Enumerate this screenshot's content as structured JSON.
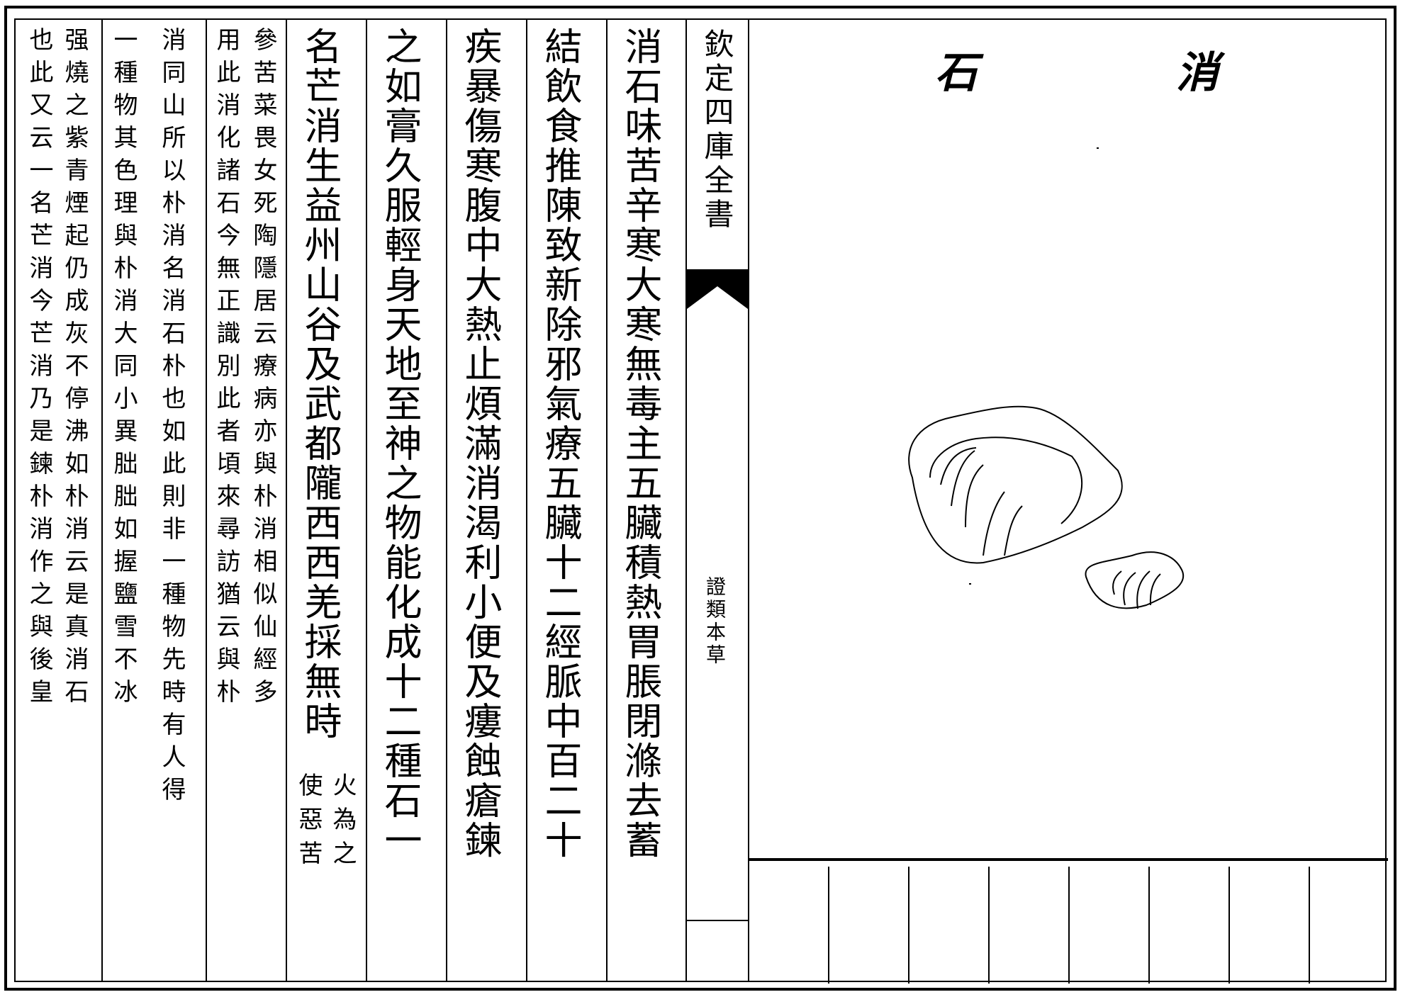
{
  "header": {
    "book_title": "欽定四庫全書",
    "section_title": "證類本草"
  },
  "illustration": {
    "title_right": "消",
    "title_left": "石",
    "icon": "mineral-lumps-drawing"
  },
  "main_columns": [
    "消石味苦辛寒大寒無毒主五臟積熱胃脹閉滌去蓄",
    "結飲食推陳致新除邪氣療五臟十二經脈中百二十",
    "疾暴傷寒腹中大熱止煩滿消渴利小便及瘻蝕瘡鍊",
    "之如膏久服輕身天地至神之物能化成十二種石一",
    "名芒消生益州山谷及武都隴西西羌採無時"
  ],
  "inline_note": {
    "right": "火為之",
    "left": "使惡苦"
  },
  "commentary_columns": [
    "參苦菜畏女死陶隱居云療病亦與朴消相似仙經多",
    "用此消化諸石今無正識別此者頃來尋訪猶云與朴",
    "消同山所以朴消名消石朴也如此則非一種物先時有人得",
    "一種物其色理與朴消大同小異朏朏如握鹽雪不冰",
    "强燒之紫青煙起仍成灰不停沸如朴消云是真消石",
    "也此又云一名芒消今芒消乃是鍊朴消作之與後皇"
  ]
}
